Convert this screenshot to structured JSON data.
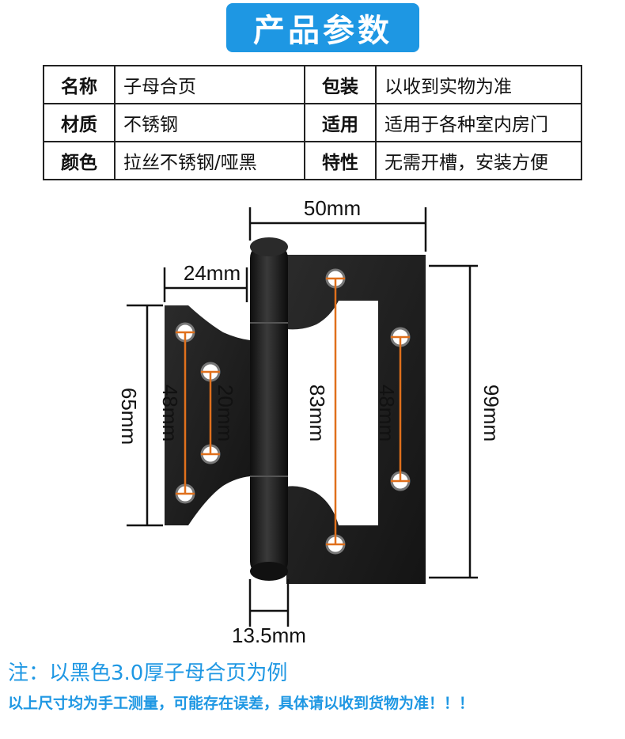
{
  "header": {
    "title": "产品参数"
  },
  "specs": [
    {
      "k1": "名称",
      "v1": "子母合页",
      "k2": "包装",
      "v2": "以收到实物为准"
    },
    {
      "k1": "材质",
      "v1": "不锈钢",
      "k2": "适用",
      "v2": "适用于各种室内房门"
    },
    {
      "k1": "颜色",
      "v1": "拉丝不锈钢/哑黑",
      "k2": "特性",
      "v2": "无需开槽，安装方便"
    }
  ],
  "dimensions": {
    "width_total": "50mm",
    "small_leaf_width": "24mm",
    "small_leaf_height": "65mm",
    "small_hole_span": "48mm",
    "small_inner_span": "20mm",
    "big_hole_span": "83mm",
    "big_side_span": "48mm",
    "big_leaf_height": "99mm",
    "knuckle_width": "13.5mm"
  },
  "notes": {
    "line1": "注：以黑色3.0厚子母合页为例",
    "line2": "以上尺寸均为手工测量，可能存在误差，具体请以收到货物为准！！！"
  },
  "colors": {
    "accent": "#1e97e3",
    "hinge": "#1c1c1c",
    "measure": "#e0701c"
  }
}
